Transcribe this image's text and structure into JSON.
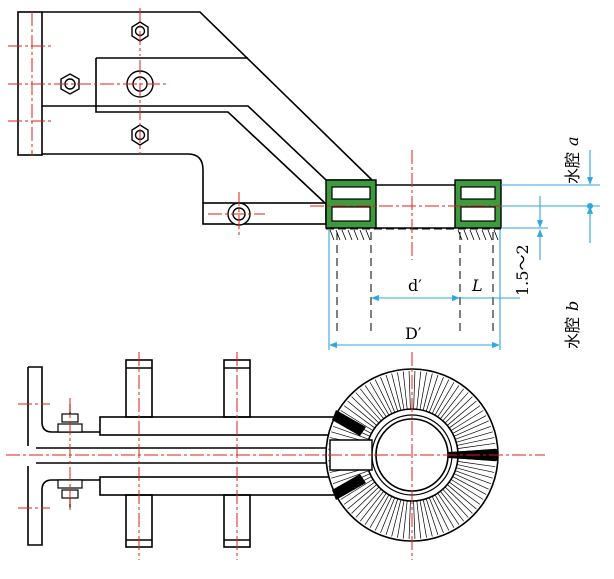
{
  "labels": {
    "water_cavity_a_text": "水腔",
    "water_cavity_a_var": "a",
    "water_cavity_b_text": "水腔",
    "water_cavity_b_var": "b",
    "dim_d_prime": "d′",
    "dim_L": "L",
    "dim_D_prime": "D′",
    "dim_gap": "1.5～2"
  },
  "colors": {
    "line": "#000000",
    "centerline": "#e0201a",
    "dimension": "#2fa7df",
    "coil_fill": "#3e9a3e"
  },
  "icons": {
    "bolt": "hex-nut-icon",
    "coil": "inductor-coil-icon"
  }
}
